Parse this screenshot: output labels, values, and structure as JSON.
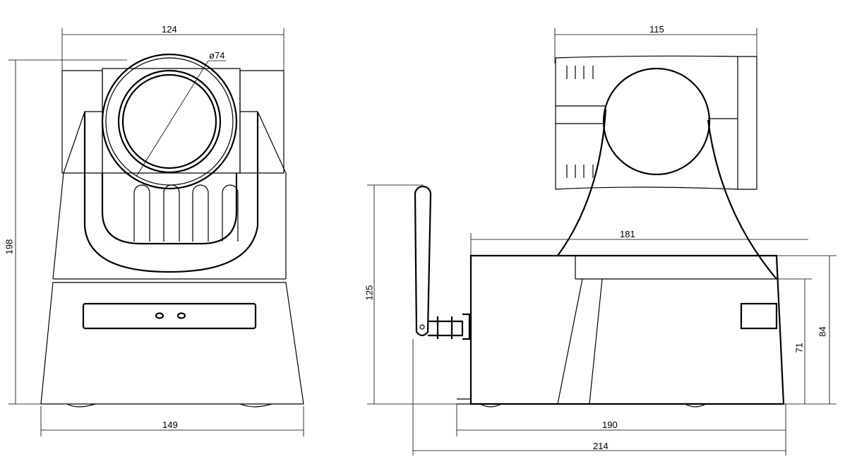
{
  "front_view": {
    "width_top": "124",
    "lens_diameter": "ø74",
    "height_total": "198",
    "base_width": "149"
  },
  "side_view": {
    "head_length": "115",
    "base_length_top": "181",
    "antenna_height": "125",
    "base_height_total": "84",
    "base_height_lower": "71",
    "base_length": "190",
    "overall_length": "214"
  }
}
